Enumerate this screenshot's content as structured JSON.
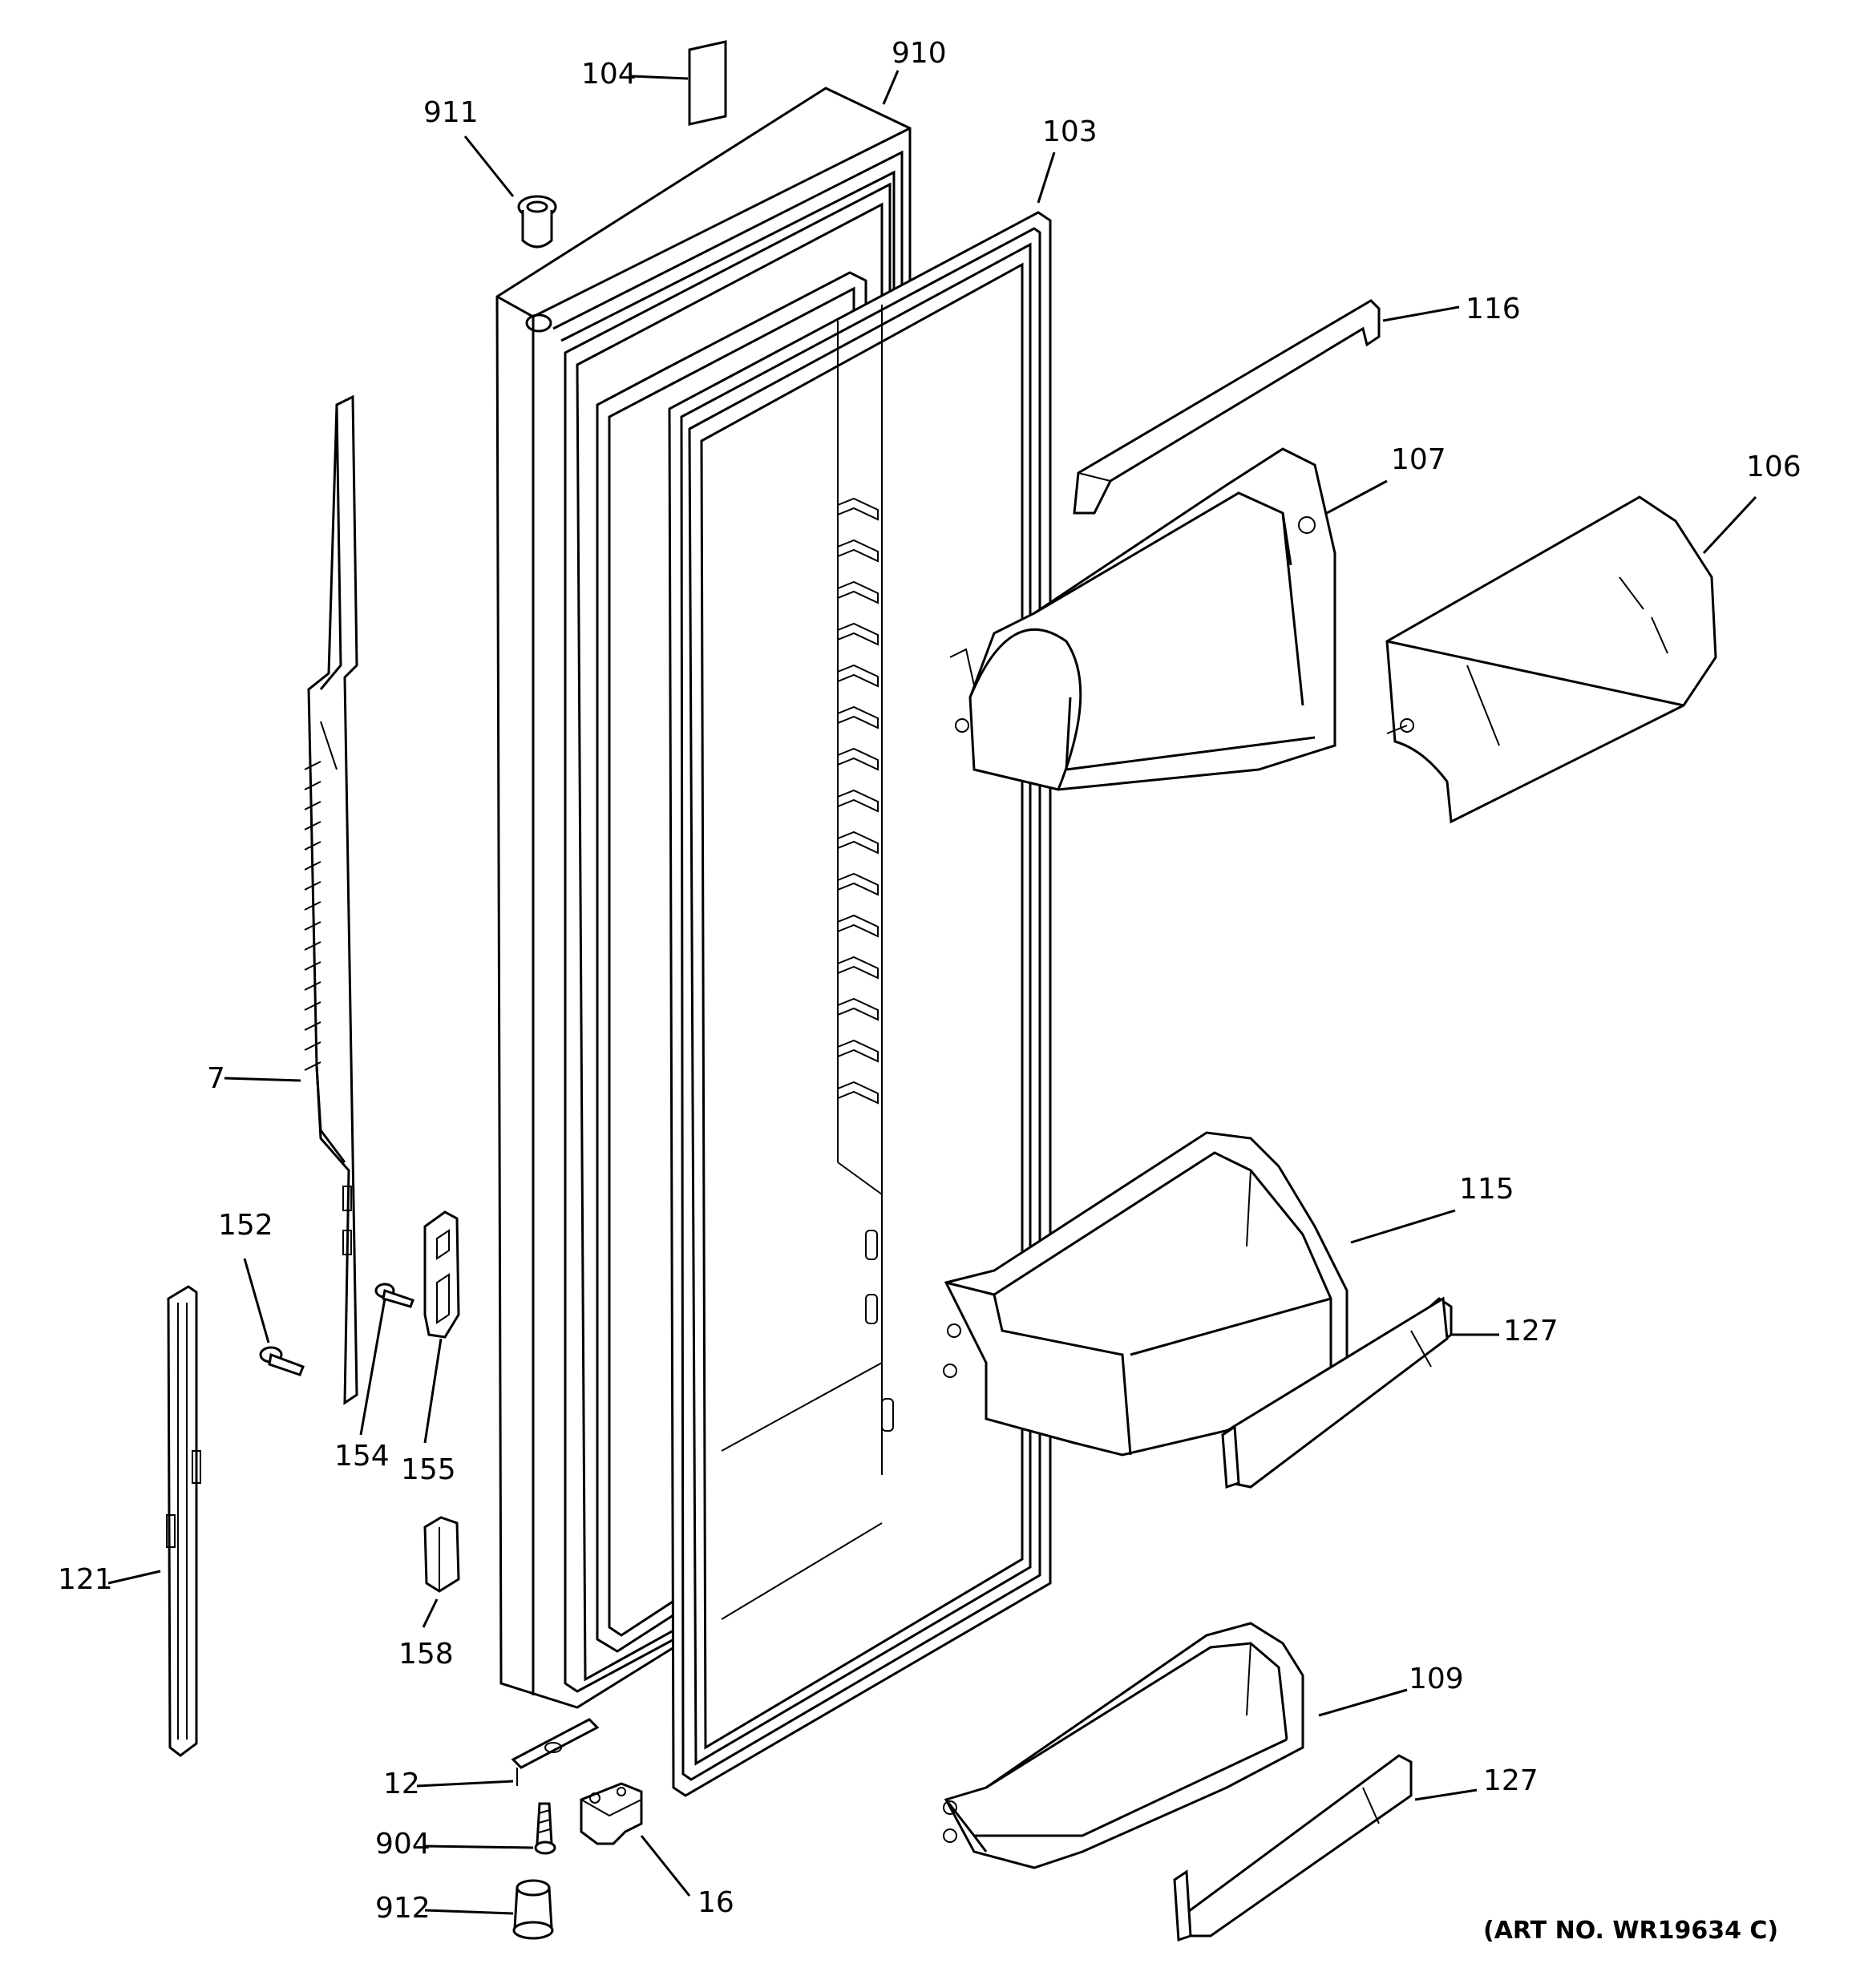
{
  "diagram": {
    "art_number": "(ART NO. WR19634 C)",
    "labels": {
      "p104": "104",
      "p910": "910",
      "p911": "911",
      "p103": "103",
      "p116": "116",
      "p107": "107",
      "p106": "106",
      "p7": "7",
      "p152": "152",
      "p154": "154",
      "p155": "155",
      "p121": "121",
      "p158": "158",
      "p115": "115",
      "p127a": "127",
      "p109": "109",
      "p127b": "127",
      "p12": "12",
      "p904": "904",
      "p16": "16",
      "p912": "912"
    }
  }
}
